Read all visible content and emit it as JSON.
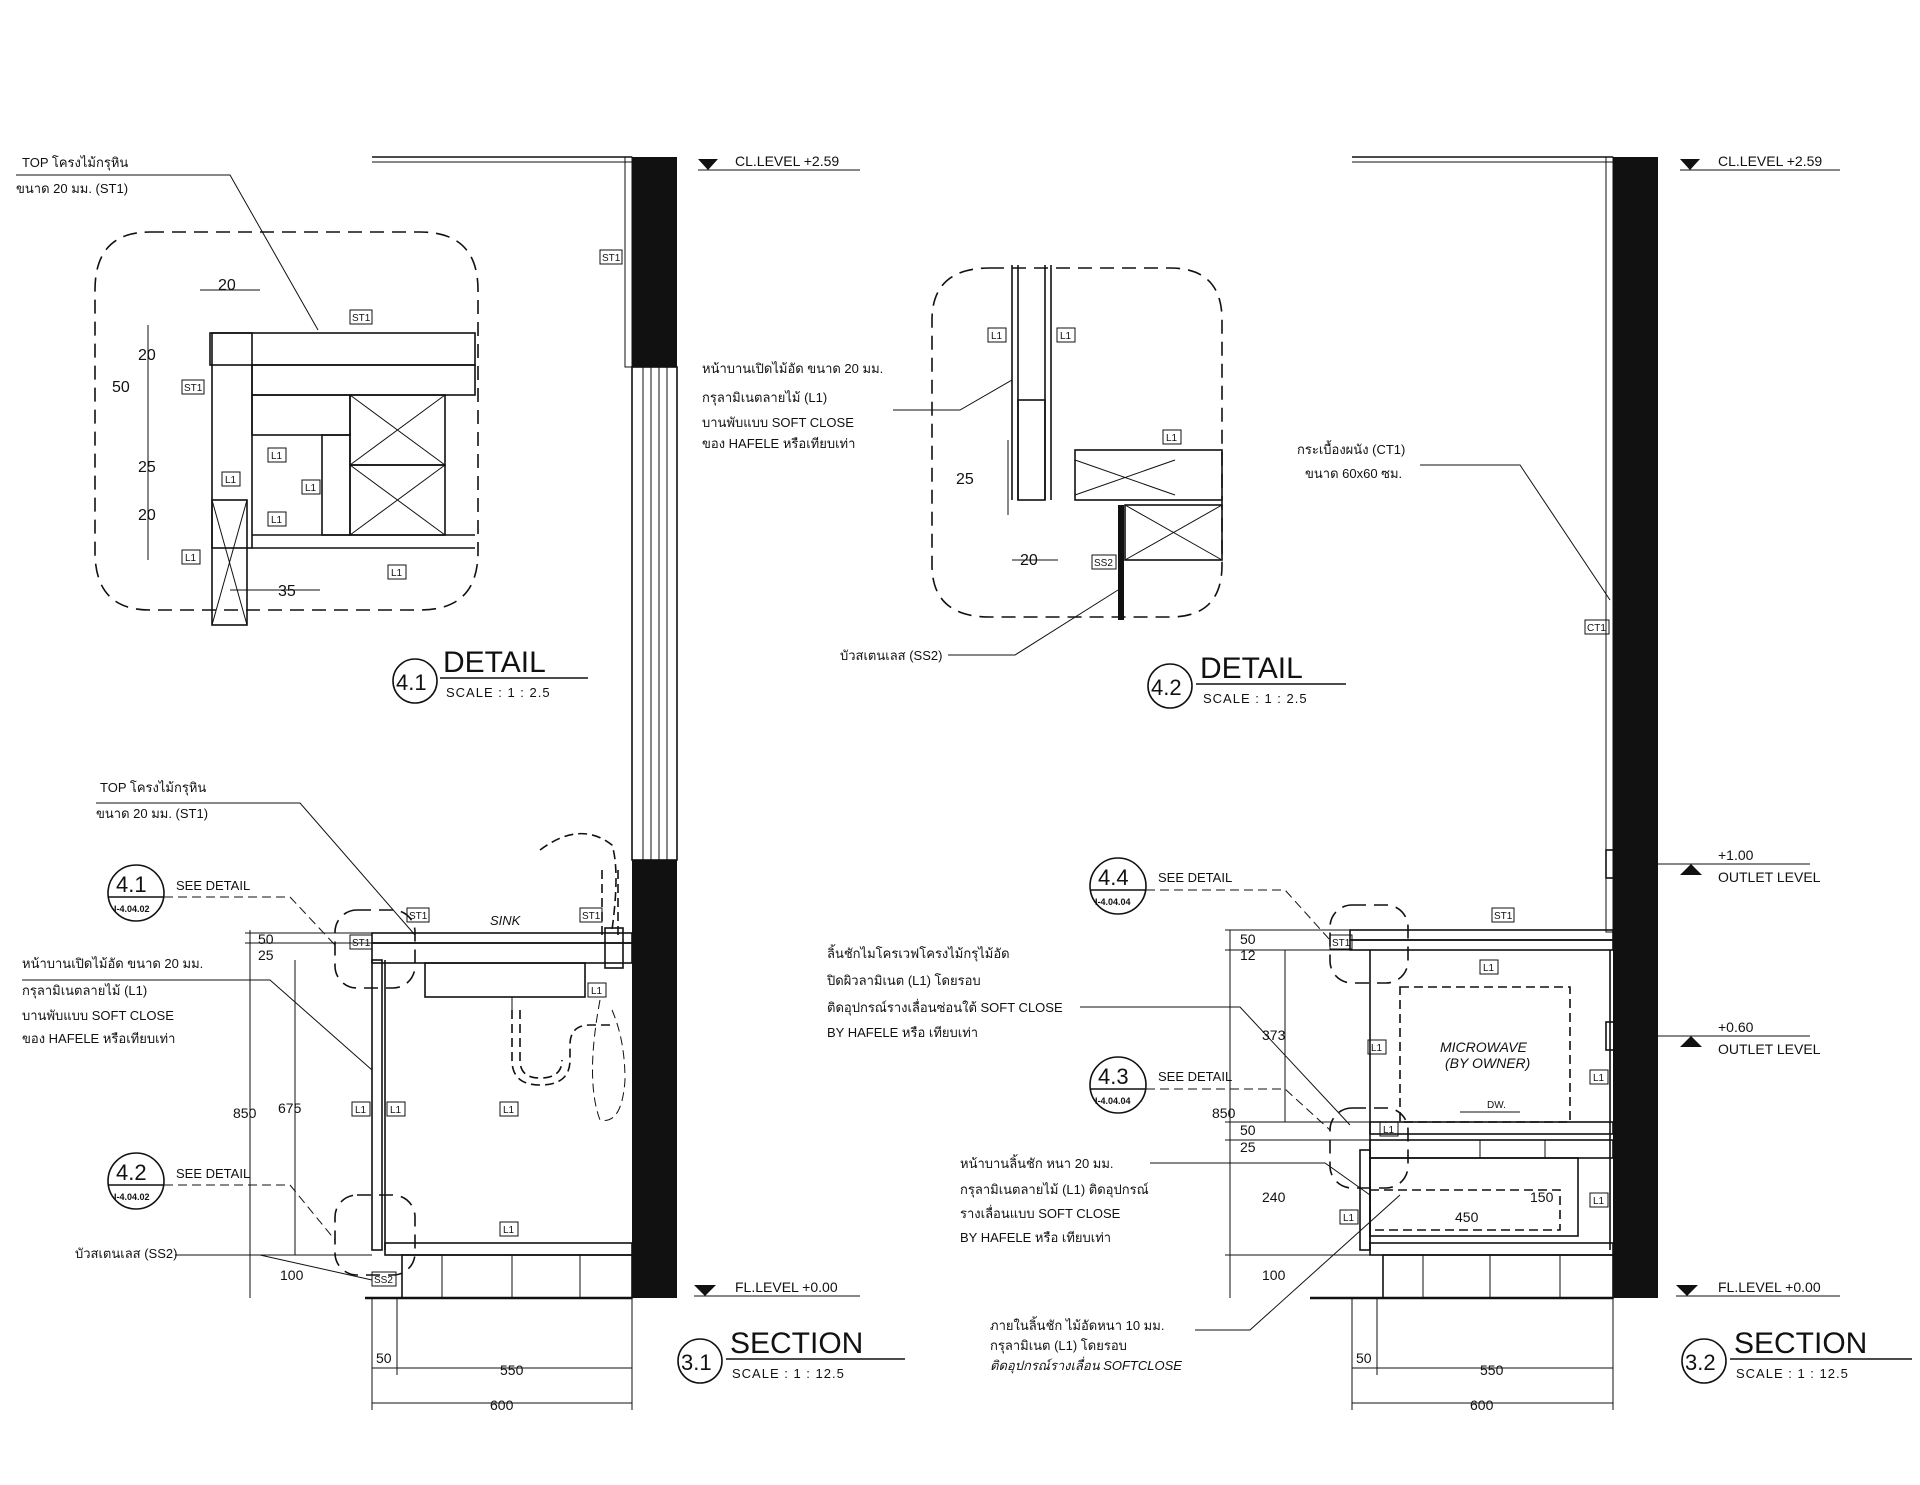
{
  "details": {
    "d41": {
      "number": "4.1",
      "title": "DETAIL",
      "scale": "SCALE  :  1  :  2.5",
      "note": [
        "TOP โครงไม้กรุหิน",
        "ขนาด 20 มม. (ST1)"
      ],
      "dims": [
        "20",
        "20",
        "50",
        "25",
        "20",
        "35"
      ]
    },
    "d42": {
      "number": "4.2",
      "title": "DETAIL",
      "scale": "SCALE  :  1  :  2.5",
      "note1": [
        "หน้าบานเปิดไม้อัด ขนาด 20 มม.",
        "กรุลามิเนตลายไม้ (L1)",
        "บานพับแบบ SOFT CLOSE",
        "ของ HAFELE  หรือเทียบเท่า"
      ],
      "note2": "บัวสเตนเลส (SS2)",
      "dims": [
        "25",
        "20"
      ]
    }
  },
  "sections": {
    "s31": {
      "number": "3.1",
      "title": "SECTION",
      "scale": "SCALE  :  1  :  12.5",
      "note_top": [
        "TOP โครงไม้กรุหิน",
        "ขนาด 20 มม. (ST1)"
      ],
      "note_door": [
        "หน้าบานเปิดไม้อัด ขนาด 20 มม.",
        "กรุลามิเนตลายไม้ (L1)",
        "บานพับแบบ SOFT CLOSE",
        "ของ HAFELE  หรือเทียบเท่า"
      ],
      "note_base": "บัวสเตนเลส (SS2)",
      "see1": {
        "num": "4.1",
        "ref": "I-4.04.02",
        "text": "SEE DETAIL"
      },
      "see2": {
        "num": "4.2",
        "ref": "I-4.04.02",
        "text": "SEE DETAIL"
      },
      "sink": "SINK",
      "dims": [
        "50",
        "25",
        "850",
        "675",
        "100",
        "50",
        "550",
        "600"
      ]
    },
    "s32": {
      "number": "3.2",
      "title": "SECTION",
      "scale": "SCALE  :  1  :  12.5",
      "note_tile": [
        "กระเบื้องผนัง (CT1)",
        "ขนาด 60x60 ซม."
      ],
      "note_shelf": [
        "ลิ้นชักไมโครเวฟโครงไม้กรุไม้อัด",
        "ปิดผิวลามิเนต (L1) โดยรอบ",
        "ติดอุปกรณ์รางเลื่อนซ่อนใต้  SOFT CLOSE",
        "BY HAFELE หรือ เทียบเท่า"
      ],
      "note_drawer": [
        "หน้าบานลิ้นชัก หนา 20 มม.",
        "กรุลามิเนตลายไม้ (L1) ติดอุปกรณ์",
        "รางเลื่อนแบบ SOFT CLOSE",
        "BY HAFELE หรือ เทียบเท่า"
      ],
      "note_inside": [
        "ภายในลิ้นชัก ไม้อัดหนา 10 มม.",
        "กรุลามิเนต (L1) โดยรอบ",
        "ติดอุปกรณ์รางเลื่อน SOFTCLOSE"
      ],
      "see1": {
        "num": "4.4",
        "ref": "I-4.04.04",
        "text": "SEE DETAIL"
      },
      "see2": {
        "num": "4.3",
        "ref": "I-4.04.04",
        "text": "SEE DETAIL"
      },
      "microwave": [
        "MICROWAVE",
        "(BY OWNER)"
      ],
      "dw": "DW.",
      "dims": [
        "50",
        "12",
        "373",
        "850",
        "50",
        "25",
        "240",
        "150",
        "450",
        "100",
        "50",
        "550",
        "600"
      ]
    }
  },
  "levels": {
    "cl": "CL.LEVEL  +2.59",
    "fl": "FL.LEVEL  +0.00",
    "outlet1": [
      "+1.00",
      "OUTLET  LEVEL"
    ],
    "outlet2": [
      "+0.60",
      "OUTLET  LEVEL"
    ]
  },
  "tags": {
    "st1": "ST1",
    "l1": "L1",
    "ss2": "SS2",
    "ct1": "CT1"
  }
}
